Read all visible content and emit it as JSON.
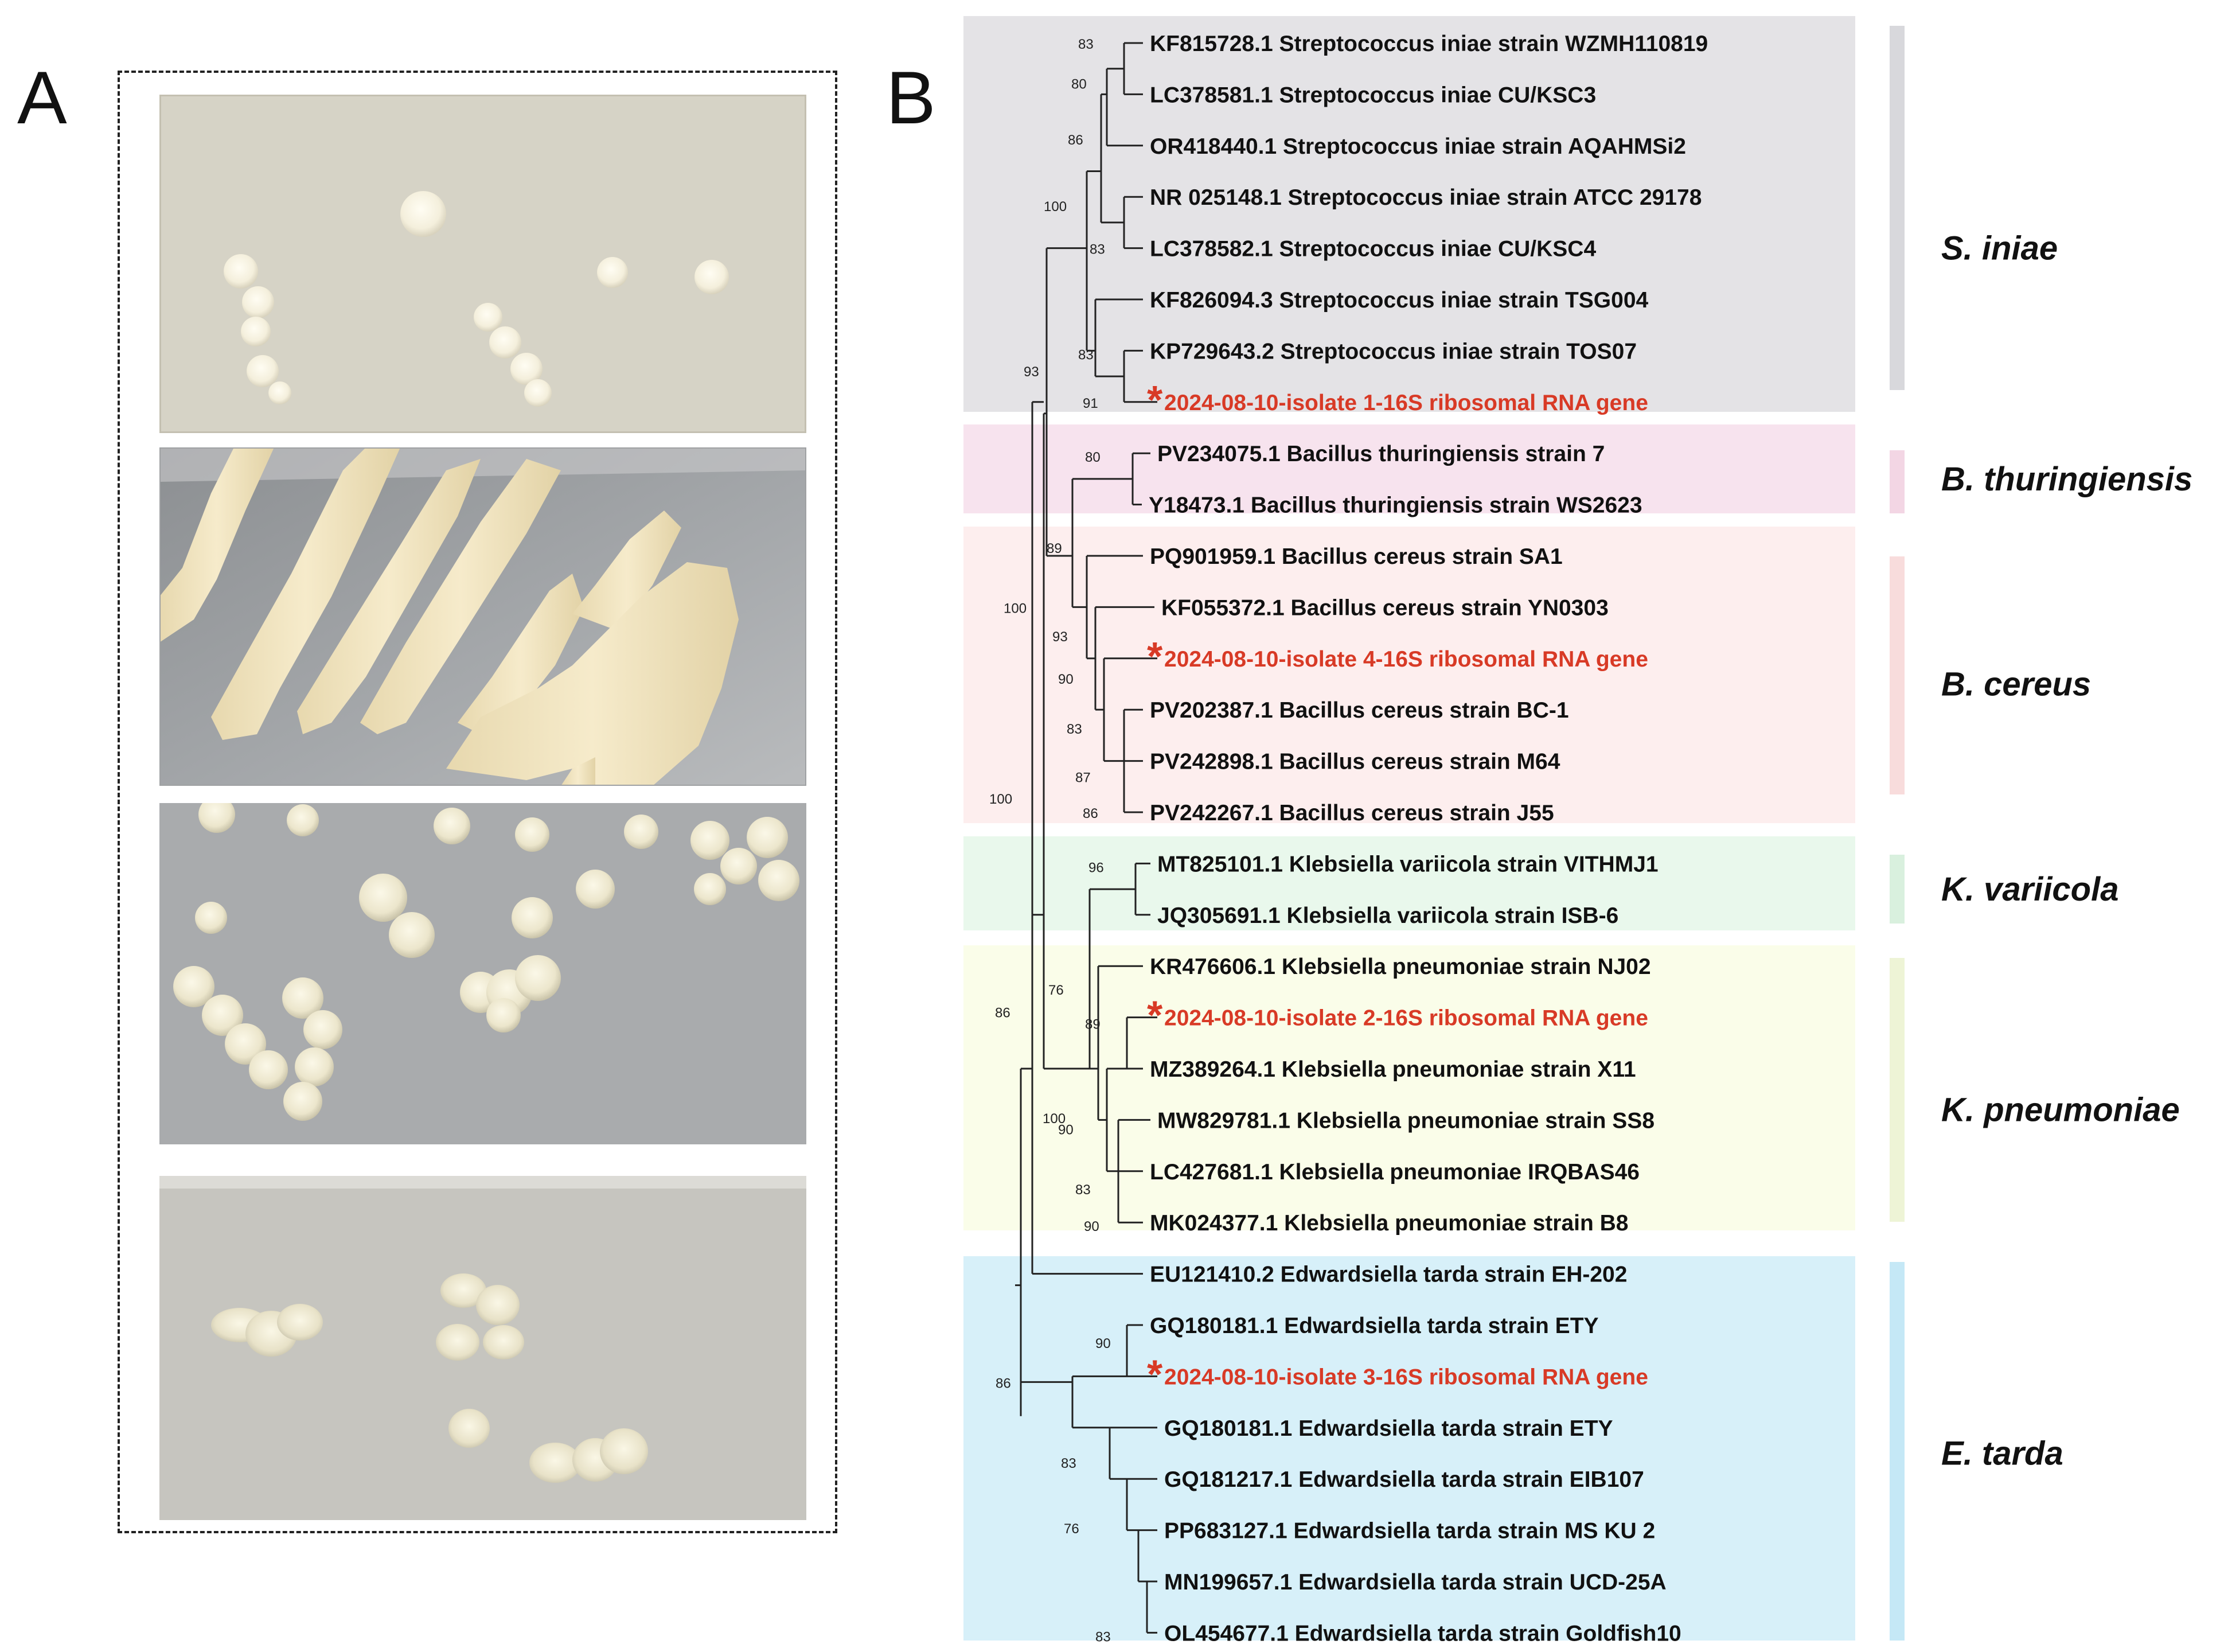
{
  "panels": {
    "a": "A",
    "b": "B"
  },
  "panel_a_photos": [
    {
      "name": "photo-1"
    },
    {
      "name": "photo-2"
    },
    {
      "name": "photo-3"
    },
    {
      "name": "photo-4"
    }
  ],
  "tree": {
    "clades": [
      {
        "label": "S. iniae",
        "color": "#e4e3e6",
        "bar_color": "#d8d8dc"
      },
      {
        "label": "B. thuringiensis",
        "color": "#f7e3ee",
        "bar_color": "#f3d6e4"
      },
      {
        "label": "B. cereus",
        "color": "#fdeeee",
        "bar_color": "#f8dcdc"
      },
      {
        "label": "K. variicola",
        "color": "#e9f8ec",
        "bar_color": "#d9f0de"
      },
      {
        "label": "K. pneumoniae",
        "color": "#fafde9",
        "bar_color": "#eef4d6"
      },
      {
        "label": "E. tarda",
        "color": "#d7f0f9",
        "bar_color": "#c5e8f6"
      }
    ],
    "leaves": [
      {
        "label": "KF815728.1 Streptococcus iniae strain WZMH110819",
        "isolate": false
      },
      {
        "label": "LC378581.1 Streptococcus iniae CU/KSC3",
        "isolate": false
      },
      {
        "label": "OR418440.1 Streptococcus iniae strain AQAHMSi2",
        "isolate": false
      },
      {
        "label": "NR 025148.1 Streptococcus iniae strain ATCC 29178",
        "isolate": false
      },
      {
        "label": "LC378582.1 Streptococcus iniae CU/KSC4",
        "isolate": false
      },
      {
        "label": "KF826094.3 Streptococcus iniae strain TSG004",
        "isolate": false
      },
      {
        "label": "KP729643.2 Streptococcus iniae strain TOS07",
        "isolate": false
      },
      {
        "label": "2024-08-10-isolate 1-16S ribosomal RNA gene",
        "isolate": true
      },
      {
        "label": "PV234075.1 Bacillus thuringiensis strain 7",
        "isolate": false
      },
      {
        "label": "Y18473.1 Bacillus thuringiensis  strain WS2623",
        "isolate": false
      },
      {
        "label": "PQ901959.1 Bacillus cereus strain SA1",
        "isolate": false
      },
      {
        "label": "KF055372.1 Bacillus cereus strain YN0303",
        "isolate": false
      },
      {
        "label": "2024-08-10-isolate 4-16S ribosomal RNA gene",
        "isolate": true
      },
      {
        "label": "PV202387.1 Bacillus cereus strain BC-1",
        "isolate": false
      },
      {
        "label": "PV242898.1 Bacillus cereus strain M64",
        "isolate": false
      },
      {
        "label": "PV242267.1 Bacillus cereus strain J55",
        "isolate": false
      },
      {
        "label": "MT825101.1 Klebsiella variicola strain VITHMJ1",
        "isolate": false
      },
      {
        "label": "JQ305691.1 Klebsiella variicola strain ISB-6",
        "isolate": false
      },
      {
        "label": "KR476606.1 Klebsiella pneumoniae strain NJ02",
        "isolate": false
      },
      {
        "label": "2024-08-10-isolate 2-16S ribosomal RNA gene",
        "isolate": true
      },
      {
        "label": "MZ389264.1 Klebsiella pneumoniae strain X11",
        "isolate": false
      },
      {
        "label": "MW829781.1 Klebsiella pneumoniae strain SS8",
        "isolate": false
      },
      {
        "label": "LC427681.1 Klebsiella pneumoniae IRQBAS46",
        "isolate": false
      },
      {
        "label": "MK024377.1 Klebsiella pneumoniae strain B8",
        "isolate": false
      },
      {
        "label": "EU121410.2 Edwardsiella tarda strain EH-202",
        "isolate": false
      },
      {
        "label": "GQ180181.1 Edwardsiella tarda strain ETY",
        "isolate": false
      },
      {
        "label": "2024-08-10-isolate 3-16S ribosomal RNA gene",
        "isolate": true
      },
      {
        "label": "GQ180181.1 Edwardsiella tarda strain ETY",
        "isolate": false
      },
      {
        "label": "GQ181217.1 Edwardsiella tarda strain EIB107",
        "isolate": false
      },
      {
        "label": "PP683127.1 Edwardsiella tarda strain MS KU 2",
        "isolate": false
      },
      {
        "label": "MN199657.1 Edwardsiella tarda strain UCD-25A",
        "isolate": false
      },
      {
        "label": "OL454677.1 Edwardsiella tarda strain Goldfish10",
        "isolate": false
      }
    ],
    "isolate_marker": "*",
    "support_values": [
      "83",
      "80",
      "86",
      "100",
      "83",
      "83",
      "91",
      "93",
      "80",
      "89",
      "100",
      "93",
      "90",
      "83",
      "87",
      "86",
      "100",
      "96",
      "76",
      "89",
      "100",
      "90",
      "83",
      "90",
      "86",
      "90",
      "86",
      "83",
      "76",
      "83"
    ]
  }
}
